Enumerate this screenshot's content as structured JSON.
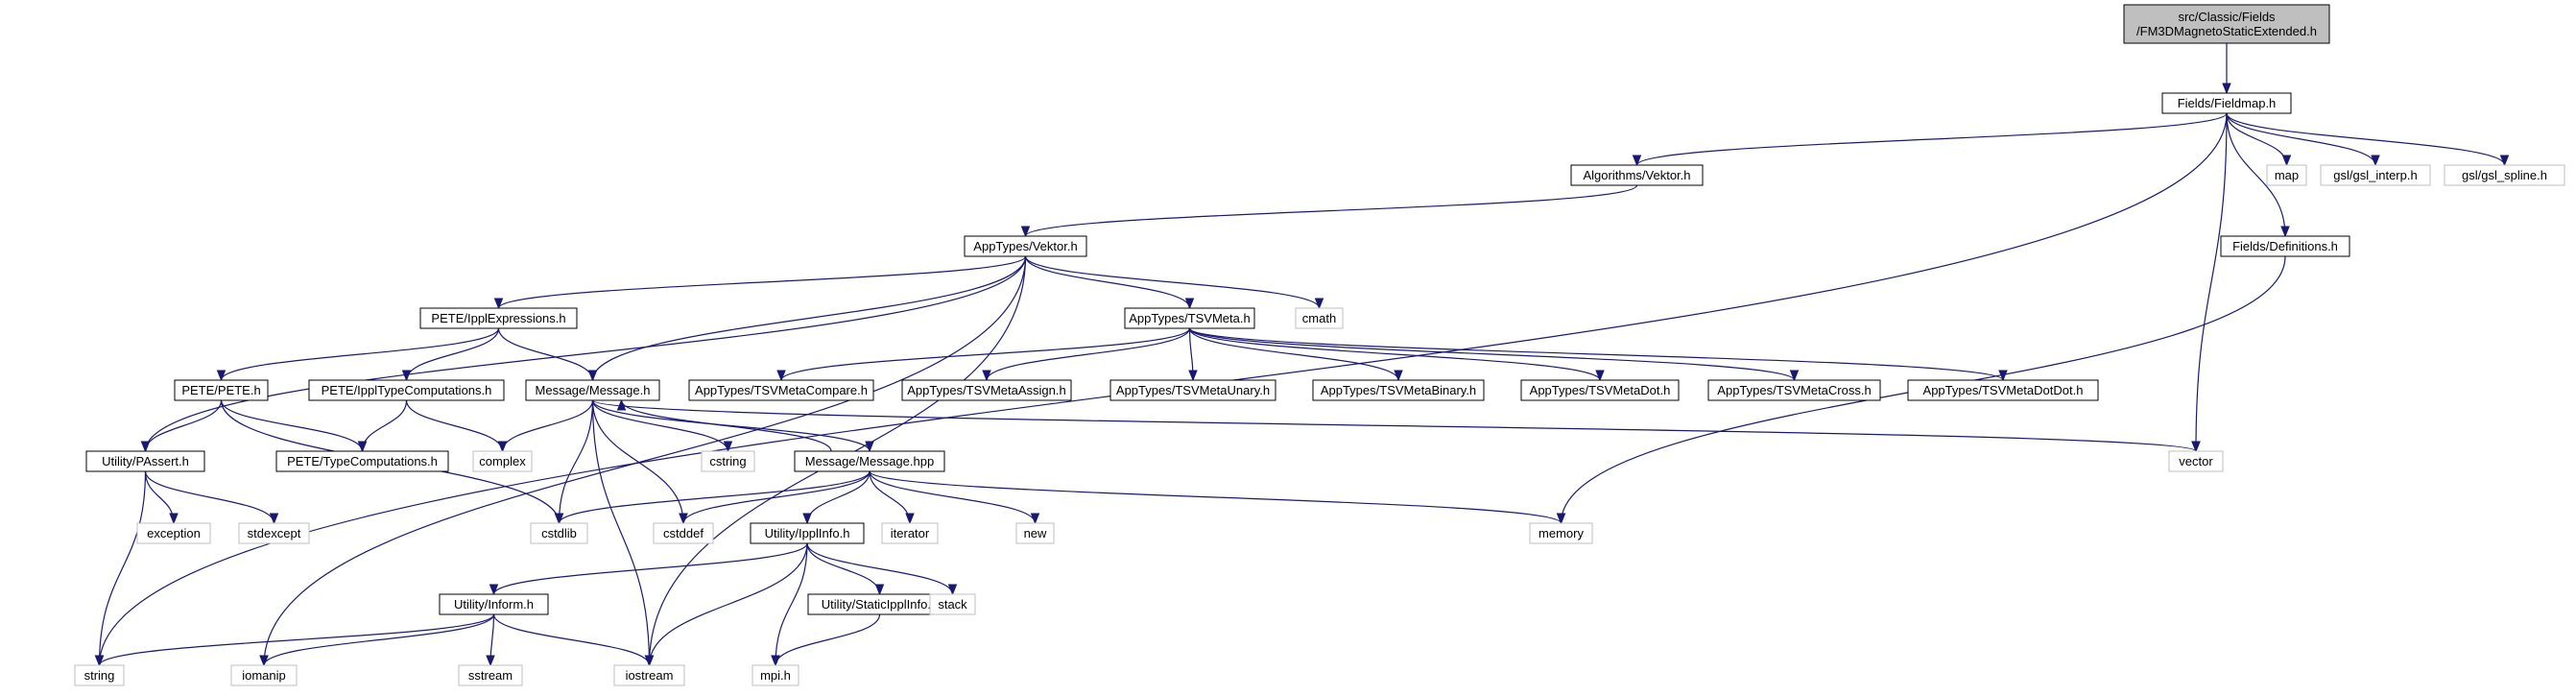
{
  "diagram": {
    "colors": {
      "edge": "#191970",
      "root_fill": "#bfbfbf",
      "local_stroke": "#000000",
      "system_stroke": "#bfbfbf",
      "text": "#000000"
    },
    "nodes": {
      "root": {
        "lines": [
          "src/Classic/Fields",
          "/FM3DMagnetoStaticExtended.h"
        ],
        "kind": "root"
      },
      "fieldmap": {
        "lines": [
          "Fields/Fieldmap.h"
        ],
        "kind": "local"
      },
      "vektor_alg": {
        "lines": [
          "Algorithms/Vektor.h"
        ],
        "kind": "local"
      },
      "map": {
        "lines": [
          "map"
        ],
        "kind": "system"
      },
      "gsl_interp": {
        "lines": [
          "gsl/gsl_interp.h"
        ],
        "kind": "system"
      },
      "gsl_spline": {
        "lines": [
          "gsl/gsl_spline.h"
        ],
        "kind": "system"
      },
      "vektor_app": {
        "lines": [
          "AppTypes/Vektor.h"
        ],
        "kind": "local"
      },
      "definitions": {
        "lines": [
          "Fields/Definitions.h"
        ],
        "kind": "local"
      },
      "ippl_expr": {
        "lines": [
          "PETE/IpplExpressions.h"
        ],
        "kind": "local"
      },
      "tsvmeta": {
        "lines": [
          "AppTypes/TSVMeta.h"
        ],
        "kind": "local"
      },
      "cmath": {
        "lines": [
          "cmath"
        ],
        "kind": "system"
      },
      "pete": {
        "lines": [
          "PETE/PETE.h"
        ],
        "kind": "local"
      },
      "ippl_typecomp": {
        "lines": [
          "PETE/IpplTypeComputations.h"
        ],
        "kind": "local"
      },
      "message_h": {
        "lines": [
          "Message/Message.h"
        ],
        "kind": "local"
      },
      "tsv_compare": {
        "lines": [
          "AppTypes/TSVMetaCompare.h"
        ],
        "kind": "local"
      },
      "tsv_assign": {
        "lines": [
          "AppTypes/TSVMetaAssign.h"
        ],
        "kind": "local"
      },
      "tsv_unary": {
        "lines": [
          "AppTypes/TSVMetaUnary.h"
        ],
        "kind": "local"
      },
      "tsv_binary": {
        "lines": [
          "AppTypes/TSVMetaBinary.h"
        ],
        "kind": "local"
      },
      "tsv_dot": {
        "lines": [
          "AppTypes/TSVMetaDot.h"
        ],
        "kind": "local"
      },
      "tsv_cross": {
        "lines": [
          "AppTypes/TSVMetaCross.h"
        ],
        "kind": "local"
      },
      "tsv_dotdot": {
        "lines": [
          "AppTypes/TSVMetaDotDot.h"
        ],
        "kind": "local"
      },
      "passert": {
        "lines": [
          "Utility/PAssert.h"
        ],
        "kind": "local"
      },
      "type_comp": {
        "lines": [
          "PETE/TypeComputations.h"
        ],
        "kind": "local"
      },
      "complex": {
        "lines": [
          "complex"
        ],
        "kind": "system"
      },
      "cstring": {
        "lines": [
          "cstring"
        ],
        "kind": "system"
      },
      "message_hpp": {
        "lines": [
          "Message/Message.hpp"
        ],
        "kind": "local"
      },
      "vector": {
        "lines": [
          "vector"
        ],
        "kind": "system"
      },
      "exception": {
        "lines": [
          "exception"
        ],
        "kind": "system"
      },
      "stdexcept": {
        "lines": [
          "stdexcept"
        ],
        "kind": "system"
      },
      "cstdlib": {
        "lines": [
          "cstdlib"
        ],
        "kind": "system"
      },
      "cstddef": {
        "lines": [
          "cstddef"
        ],
        "kind": "system"
      },
      "ippl_info": {
        "lines": [
          "Utility/IpplInfo.h"
        ],
        "kind": "local"
      },
      "iterator": {
        "lines": [
          "iterator"
        ],
        "kind": "system"
      },
      "new": {
        "lines": [
          "new"
        ],
        "kind": "system"
      },
      "memory": {
        "lines": [
          "memory"
        ],
        "kind": "system"
      },
      "inform": {
        "lines": [
          "Utility/Inform.h"
        ],
        "kind": "local"
      },
      "static_ippl": {
        "lines": [
          "Utility/StaticIpplInfo.h"
        ],
        "kind": "local"
      },
      "stack": {
        "lines": [
          "stack"
        ],
        "kind": "system"
      },
      "string": {
        "lines": [
          "string"
        ],
        "kind": "system"
      },
      "iomanip": {
        "lines": [
          "iomanip"
        ],
        "kind": "system"
      },
      "sstream": {
        "lines": [
          "sstream"
        ],
        "kind": "system"
      },
      "iostream": {
        "lines": [
          "iostream"
        ],
        "kind": "system"
      },
      "mpi": {
        "lines": [
          "mpi.h"
        ],
        "kind": "system"
      }
    },
    "edges": [
      [
        "root",
        "fieldmap"
      ],
      [
        "fieldmap",
        "vektor_alg"
      ],
      [
        "fieldmap",
        "map"
      ],
      [
        "fieldmap",
        "gsl_interp"
      ],
      [
        "fieldmap",
        "gsl_spline"
      ],
      [
        "fieldmap",
        "definitions"
      ],
      [
        "fieldmap",
        "vector"
      ],
      [
        "fieldmap",
        "string"
      ],
      [
        "vektor_alg",
        "vektor_app"
      ],
      [
        "vektor_app",
        "ippl_expr"
      ],
      [
        "vektor_app",
        "tsvmeta"
      ],
      [
        "vektor_app",
        "cmath"
      ],
      [
        "vektor_app",
        "message_h"
      ],
      [
        "vektor_app",
        "passert"
      ],
      [
        "vektor_app",
        "iomanip"
      ],
      [
        "vektor_app",
        "iostream"
      ],
      [
        "definitions",
        "memory"
      ],
      [
        "ippl_expr",
        "pete"
      ],
      [
        "ippl_expr",
        "ippl_typecomp"
      ],
      [
        "ippl_expr",
        "message_h"
      ],
      [
        "tsvmeta",
        "tsv_compare"
      ],
      [
        "tsvmeta",
        "tsv_assign"
      ],
      [
        "tsvmeta",
        "tsv_unary"
      ],
      [
        "tsvmeta",
        "tsv_binary"
      ],
      [
        "tsvmeta",
        "tsv_dot"
      ],
      [
        "tsvmeta",
        "tsv_cross"
      ],
      [
        "tsvmeta",
        "tsv_dotdot"
      ],
      [
        "pete",
        "passert"
      ],
      [
        "pete",
        "type_comp"
      ],
      [
        "pete",
        "cstdlib"
      ],
      [
        "ippl_typecomp",
        "type_comp"
      ],
      [
        "ippl_typecomp",
        "complex"
      ],
      [
        "message_h",
        "complex"
      ],
      [
        "message_h",
        "cstring"
      ],
      [
        "message_h",
        "message_hpp"
      ],
      [
        "message_h",
        "vector"
      ],
      [
        "message_h",
        "cstdlib"
      ],
      [
        "message_h",
        "cstddef"
      ],
      [
        "message_h",
        "iostream"
      ],
      [
        "message_hpp",
        "message_h"
      ],
      [
        "message_hpp",
        "cstdlib"
      ],
      [
        "message_hpp",
        "cstddef"
      ],
      [
        "message_hpp",
        "ippl_info"
      ],
      [
        "message_hpp",
        "iterator"
      ],
      [
        "message_hpp",
        "new"
      ],
      [
        "message_hpp",
        "memory"
      ],
      [
        "passert",
        "exception"
      ],
      [
        "passert",
        "stdexcept"
      ],
      [
        "passert",
        "string"
      ],
      [
        "ippl_info",
        "inform"
      ],
      [
        "ippl_info",
        "static_ippl"
      ],
      [
        "ippl_info",
        "stack"
      ],
      [
        "ippl_info",
        "iostream"
      ],
      [
        "ippl_info",
        "mpi"
      ],
      [
        "inform",
        "string"
      ],
      [
        "inform",
        "iomanip"
      ],
      [
        "inform",
        "sstream"
      ],
      [
        "inform",
        "iostream"
      ],
      [
        "static_ippl",
        "mpi"
      ]
    ]
  }
}
